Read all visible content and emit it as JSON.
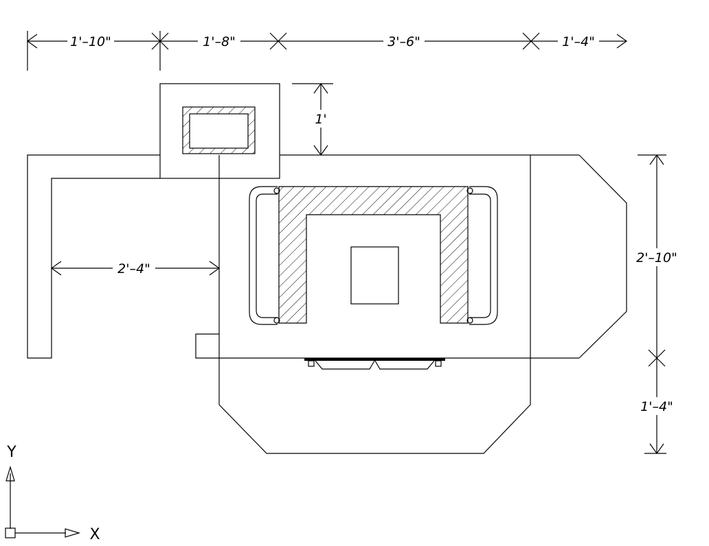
{
  "dimensions": {
    "top": [
      "1'–10\"",
      "1'–8\"",
      "3'–6\"",
      "1'–4\""
    ],
    "right_upper": "1'",
    "right_middle": "2'–10\"",
    "right_lower": "1'–4\"",
    "inner_width": "2'–4\""
  },
  "ucs": {
    "x_label": "X",
    "y_label": "Y"
  }
}
